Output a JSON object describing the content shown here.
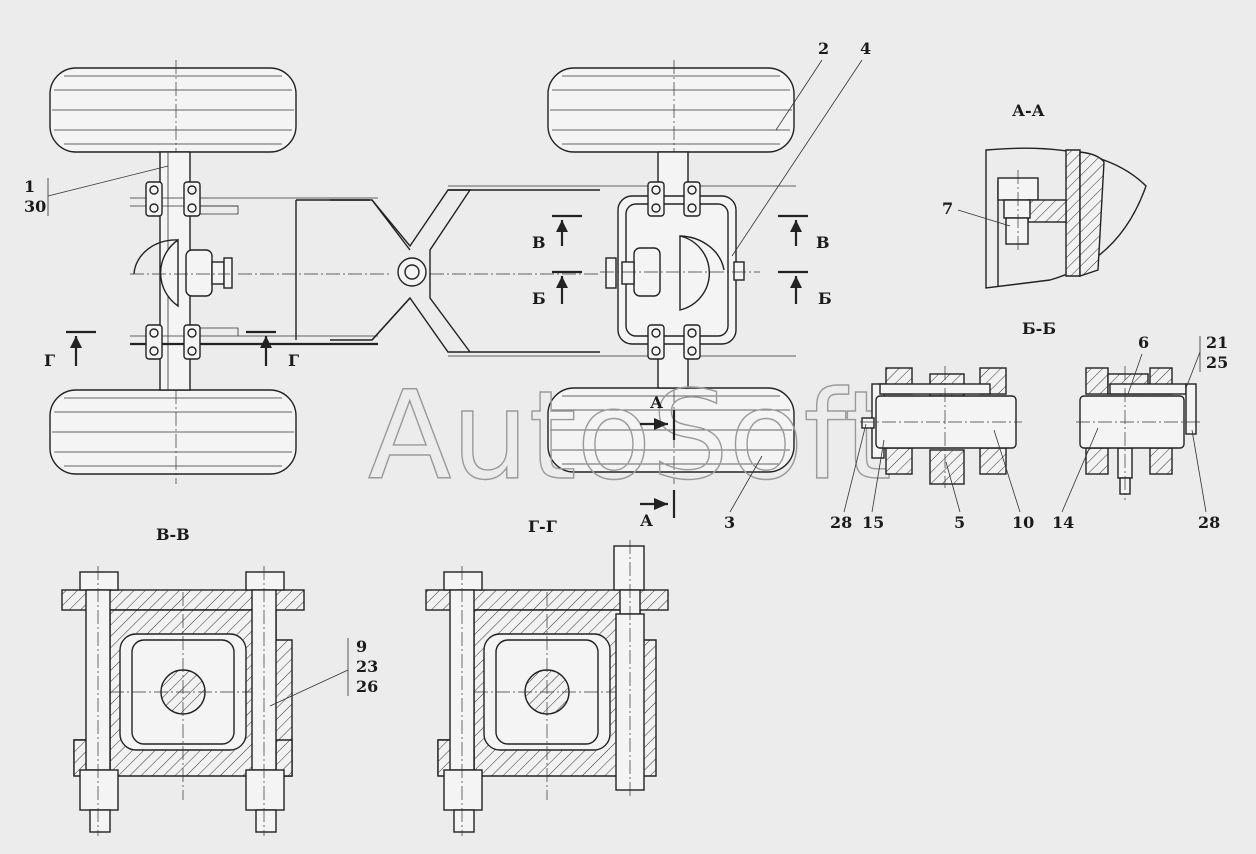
{
  "watermark": "AutoSoft",
  "views": {
    "aa": "А-А",
    "bb": "Б-Б",
    "vv": "В-В",
    "gg": "Г-Г"
  },
  "section_marks": {
    "a": "А",
    "b": "Б",
    "v": "В",
    "g": "Г"
  },
  "callouts": {
    "c1": "1",
    "c30": "30",
    "c2": "2",
    "c4": "4",
    "c3": "3",
    "c7": "7",
    "c6": "6",
    "c21": "21",
    "c25": "25",
    "c28a": "28",
    "c15": "15",
    "c5": "5",
    "c10": "10",
    "c14": "14",
    "c28b": "28",
    "c9": "9",
    "c23": "23",
    "c26": "26"
  }
}
